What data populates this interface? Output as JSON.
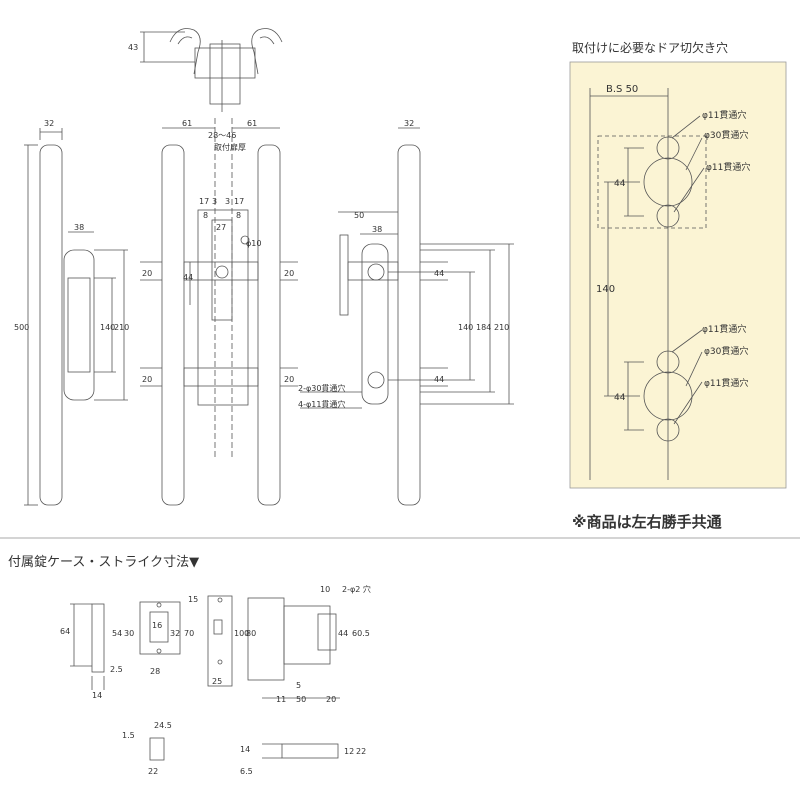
{
  "cutout_panel": {
    "title": "取付けに必要なドア切欠き穴",
    "bs_label": "B.S 50",
    "dim_44": "44",
    "dim_140": "140",
    "hole_11": "φ11貫通穴",
    "hole_30": "φ30貫通穴"
  },
  "note": "※商品は左右勝手共通",
  "section2_title": "付属錠ケース・ストライク寸法▼",
  "dims": {
    "d43": "43",
    "d32": "32",
    "d61": "61",
    "d28_46": "28～46",
    "mount": "取付扉厚",
    "d500": "500",
    "d38": "38",
    "d140": "140",
    "d210": "210",
    "d17": "17",
    "d3": "3",
    "d8": "8",
    "d27": "27",
    "d10": "φ10",
    "d20": "20",
    "d44": "44",
    "d50": "50",
    "d184": "184",
    "call30": "2-φ30貫通穴",
    "call11": "4-φ11貫通穴",
    "c64": "64",
    "c2_5": "2.5",
    "c14": "14",
    "c54": "54",
    "c30": "30",
    "c16": "16",
    "c32": "32",
    "c70": "70",
    "c28": "28",
    "c15": "15",
    "c100": "100",
    "c80": "80",
    "c25": "25",
    "c10": "10",
    "c5": "5",
    "c11": "11",
    "c50": "50",
    "c20": "20",
    "c60_5": "60.5",
    "c44": "44",
    "hole2": "2-φ2 穴",
    "c24_5": "24.5",
    "c1_5": "1.5",
    "c22": "22",
    "c6_5": "6.5",
    "c12": "12"
  }
}
